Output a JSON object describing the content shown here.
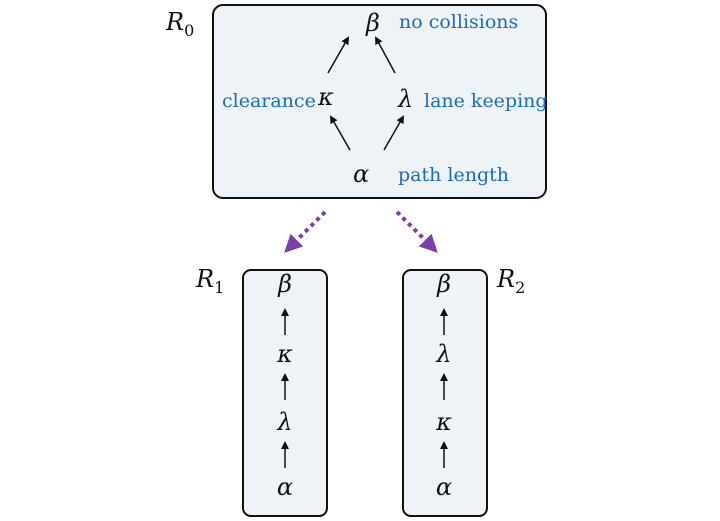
{
  "colors": {
    "box_fill": "#eef3f8",
    "box_stroke": "#111111",
    "arrow": "#111111",
    "dashed_arrow": "#7a3fa8",
    "label_blue": "#1f6cb5"
  },
  "r0": {
    "name": "R",
    "subscript": "0",
    "nodes": {
      "beta": "β",
      "kappa": "κ",
      "lambda": "λ",
      "alpha": "α"
    },
    "labels": {
      "beta": "no collisions",
      "kappa": "clearance",
      "lambda": "lane keeping",
      "alpha": "path length"
    }
  },
  "r1": {
    "name": "R",
    "subscript": "1",
    "order": [
      "β",
      "κ",
      "λ",
      "α"
    ]
  },
  "r2": {
    "name": "R",
    "subscript": "2",
    "order": [
      "β",
      "λ",
      "κ",
      "α"
    ]
  }
}
